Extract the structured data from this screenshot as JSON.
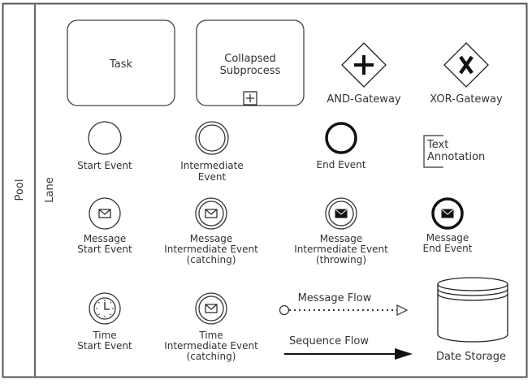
{
  "pool": {
    "label": "Pool"
  },
  "lane": {
    "label": "Lane"
  },
  "task": {
    "label": "Task"
  },
  "subprocess": {
    "label_lines": [
      "Collapsed",
      "Subprocess"
    ]
  },
  "gateways": {
    "and": "AND-Gateway",
    "xor": "XOR-Gateway"
  },
  "events": {
    "start": [
      "Start Event"
    ],
    "intermediate": [
      "Intermediate",
      "Event"
    ],
    "end": [
      "End Event"
    ],
    "msg_start": [
      "Message",
      "Start Event"
    ],
    "msg_int_catch": [
      "Message",
      "Intermediate Event",
      "(catching)"
    ],
    "msg_int_throw": [
      "Message",
      "Intermediate Event",
      "(throwing)"
    ],
    "msg_end": [
      "Message",
      "End Event"
    ],
    "time_start": [
      "Time",
      "Start Event"
    ],
    "time_int_catch": [
      "Time",
      "Intermediate Event",
      "(catching)"
    ]
  },
  "annotation": {
    "label_lines": [
      "Text",
      "Annotation"
    ]
  },
  "flows": {
    "message": "Message Flow",
    "sequence": "Sequence Flow"
  },
  "storage": {
    "label": "Date Storage"
  }
}
